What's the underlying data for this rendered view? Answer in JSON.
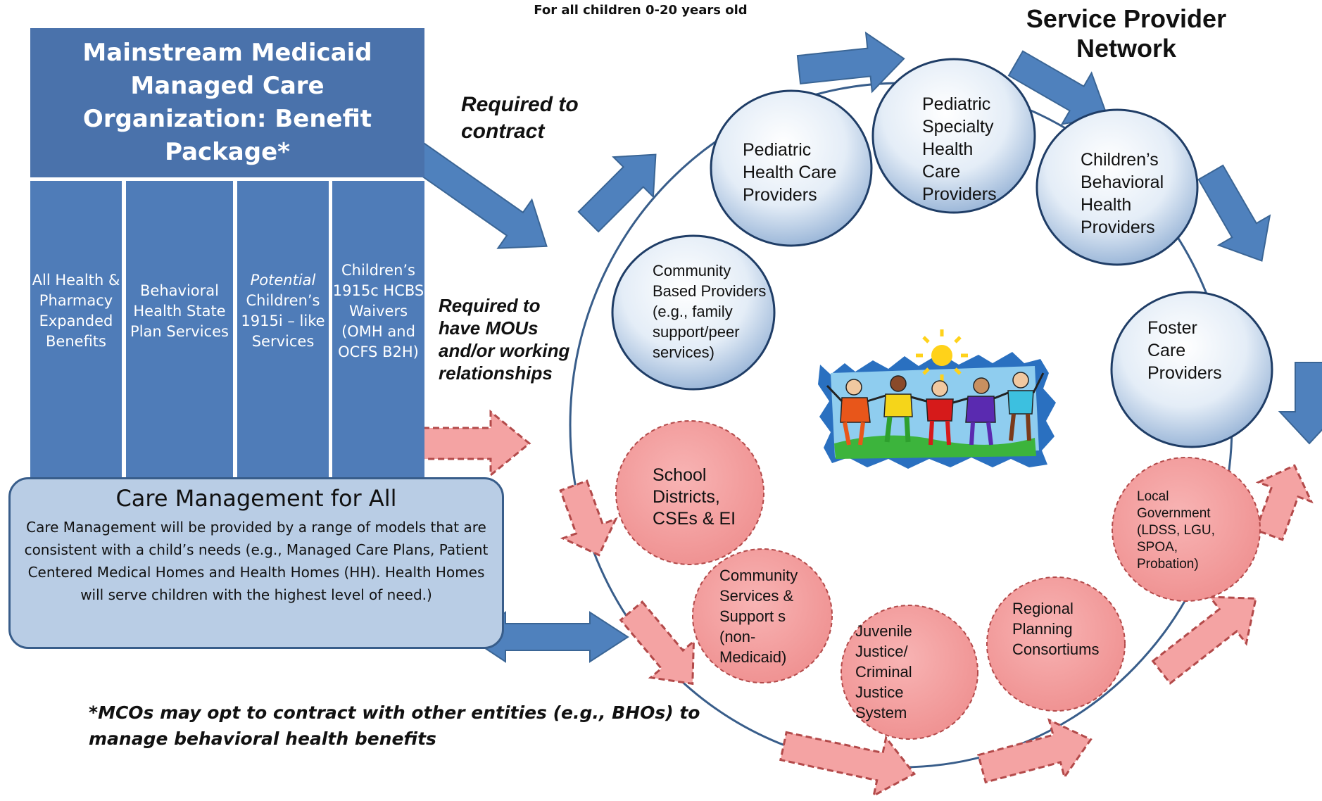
{
  "page_title": "For all children 0-20 years old",
  "network_title": "Service Provider Network",
  "mco": {
    "header": "Mainstream Medicaid Managed Care Organization: Benefit Package*",
    "columns": [
      {
        "text": "All Health & Pharmacy Expanded Benefits"
      },
      {
        "text": "Behavioral Health State Plan Services"
      },
      {
        "italic": "Potential",
        "text": "Children’s 1915i – like Services"
      },
      {
        "text": "Children’s 1915c HCBS Waivers (OMH and OCFS B2H)"
      }
    ]
  },
  "care_management": {
    "title": "Care Management for All",
    "body": "Care Management will be provided by a range of models that are consistent with a child’s needs (e.g., Managed Care Plans, Patient Centered Medical Homes and Health Homes (HH).  Health Homes will serve children with the highest level of need.)"
  },
  "labels": {
    "required_contract": "Required to contract",
    "required_mou": "Required to have MOUs and/or working relationships"
  },
  "footnote": "*MCOs may opt to contract with  other entities (e.g., BHOs) to manage behavioral health benefits",
  "contract_providers": [
    {
      "label": "Community Based Providers (e.g., family support/peer services)"
    },
    {
      "label": "Pediatric Health Care Providers"
    },
    {
      "label": "Pediatric Specialty Health Care Providers"
    },
    {
      "label": "Children’s Behavioral Health Providers"
    },
    {
      "label": "Foster Care Providers"
    }
  ],
  "mou_partners": [
    {
      "label": "School Districts, CSEs & EI"
    },
    {
      "label": "Community Services & Support s (non-Medicaid)"
    },
    {
      "label": "Juvenile Justice/ Criminal Justice System"
    },
    {
      "label": "Regional Planning Consortiums"
    },
    {
      "label": "Local Government (LDSS, LGU, SPOA, Probation)"
    }
  ],
  "colors": {
    "mco_header": "#4a72ab",
    "columns": "#4f7cb8",
    "care_box": "#b9cde5",
    "arrow_blue": "#4f81bd",
    "circle_red": "#f4a3a3",
    "ring": "#385d8a"
  },
  "illustration": "children-holding-hands-clipart"
}
